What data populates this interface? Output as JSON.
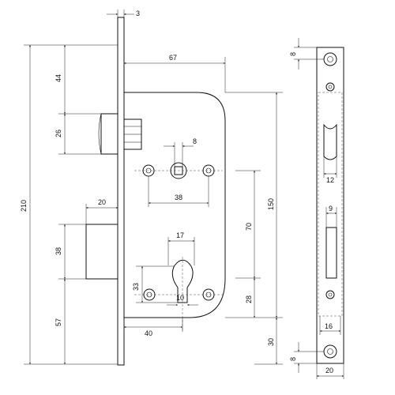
{
  "dimensions": {
    "faceplate_thickness": "3",
    "backset": "67",
    "latch_height_top": "44",
    "latch_height": "26",
    "follower_square": "8",
    "fixing_hole_spacing": "38",
    "bolt_throw": "20",
    "height_total": "210",
    "body_height": "150",
    "centre_distance": "70",
    "bolt_height": "38",
    "cylinder_width": "17",
    "cylinder_height": "33",
    "cylinder_pin_width": "10",
    "cylinder_offset": "28",
    "bolt_bottom": "57",
    "cylinder_backset": "40",
    "body_bottom": "30",
    "strike_top_offset": "8",
    "strike_latch_width": "12",
    "strike_bolt_width": "9",
    "strike_bolt_opening": "16",
    "strike_bottom_offset": "8",
    "strike_width": "20"
  }
}
